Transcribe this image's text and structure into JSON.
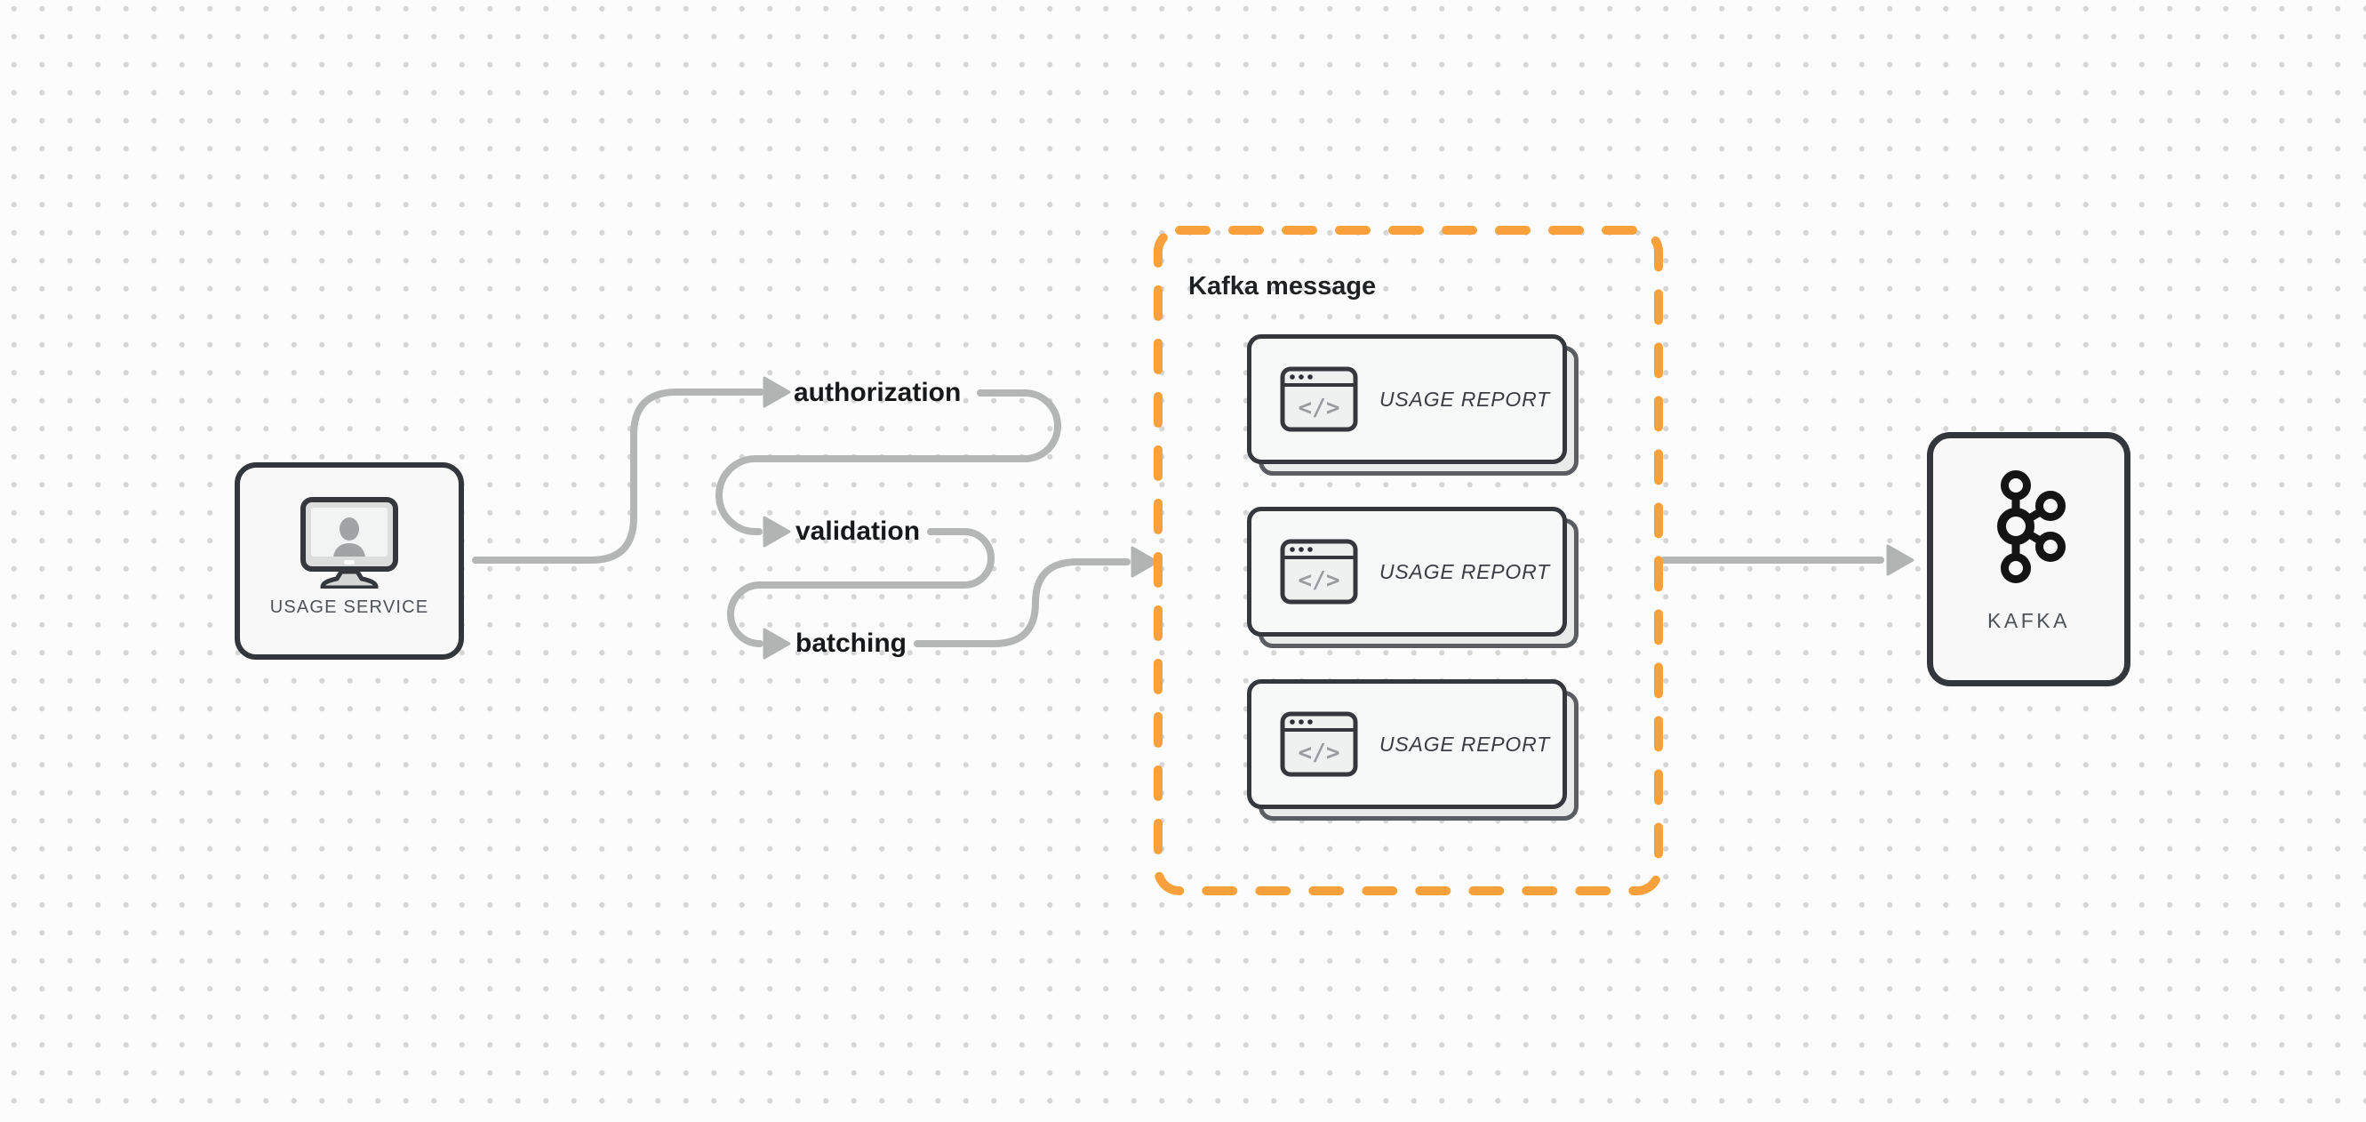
{
  "diagram": {
    "source_node": {
      "label": "USAGE SERVICE",
      "icon": "user-monitor-icon"
    },
    "steps": [
      {
        "label": "authorization"
      },
      {
        "label": "validation"
      },
      {
        "label": "batching"
      }
    ],
    "message_group": {
      "title": "Kafka message",
      "cards": [
        {
          "label": "USAGE REPORT",
          "icon_glyph": "</>"
        },
        {
          "label": "USAGE REPORT",
          "icon_glyph": "</>"
        },
        {
          "label": "USAGE REPORT",
          "icon_glyph": "</>"
        }
      ]
    },
    "sink_node": {
      "label": "KAFKA",
      "icon": "kafka-logo-icon"
    }
  },
  "colors": {
    "background": "#fcfcfc",
    "dot_grid": "#d6d6d6",
    "connector_gray": "#b4b5b5",
    "accent_orange": "#F8A13C",
    "node_border": "#33373b",
    "node_fill": "#f7f8f7",
    "card_shadow_fill": "#e9eaea",
    "label_dark": "#17181a",
    "label_gray": "#4e5256"
  }
}
